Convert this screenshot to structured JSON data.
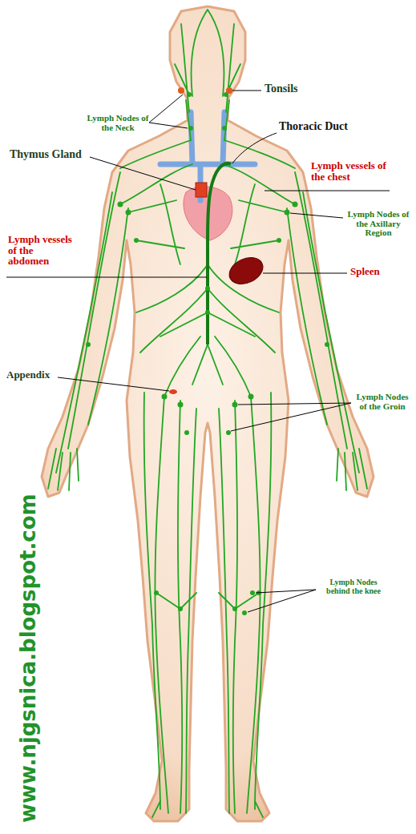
{
  "diagram": {
    "labels": [
      "Tonsils",
      "Lymph Nodes of the Neck",
      "Thoracic Duct",
      "Thymus Gland",
      "Lymph vessels of the chest",
      "Lymph Nodes of the Axillary Region",
      "Lymph vessels of the abdomen",
      "Spleen",
      "Appendix",
      "Lymph Nodes of the Groin",
      "Lymph Nodes behind the knee",
      "www.njgsnica.blogspot.com"
    ]
  }
}
